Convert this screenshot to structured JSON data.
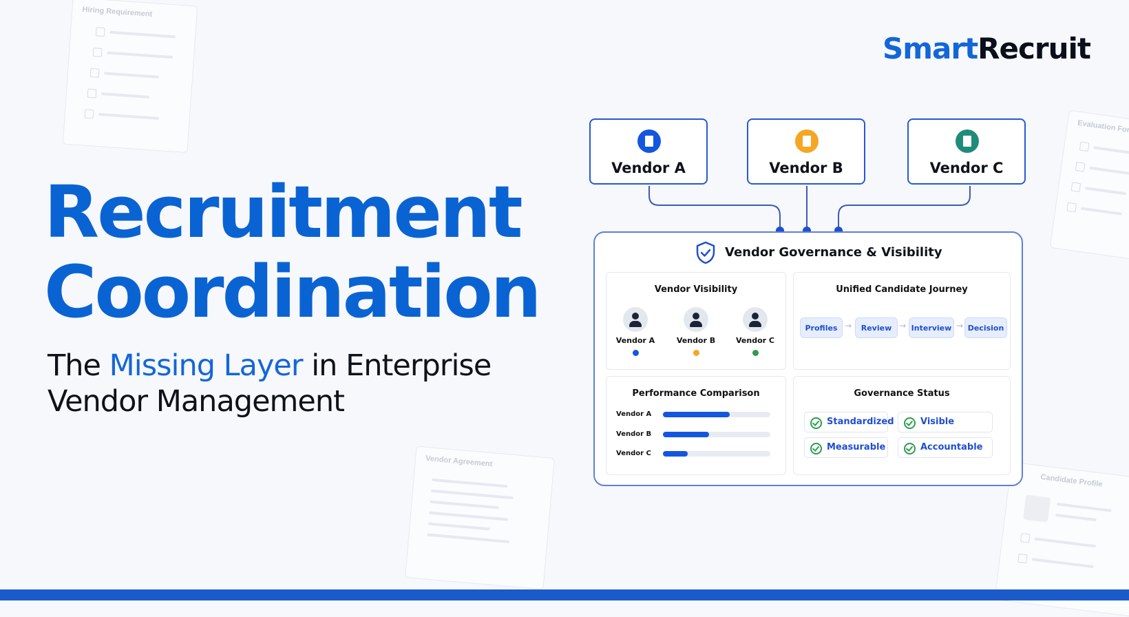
{
  "brand": {
    "logo_smart": "Smart",
    "logo_recruit": "Recruit"
  },
  "hero": {
    "title_line1": "Recruitment",
    "title_line2": "Coordination",
    "subtitle_pre": "The ",
    "subtitle_highlight": "Missing Layer",
    "subtitle_post": " in Enterprise",
    "subtitle_line2": "Vendor Management"
  },
  "background_docs": {
    "hiring": "Hiring Requirement",
    "evaluation": "Evaluation Form",
    "agreement": "Vendor Agreement",
    "profile": "Candidate Profile"
  },
  "vendors": [
    {
      "name": "Vendor A",
      "color": "#1456e0"
    },
    {
      "name": "Vendor B",
      "color": "#f5a623"
    },
    {
      "name": "Vendor C",
      "color": "#1f8c7a"
    }
  ],
  "governance": {
    "title": "Vendor Governance & Visibility",
    "visibility": {
      "title": "Vendor Visibility",
      "vendors": [
        {
          "name": "Vendor A",
          "dot_color": "#1456e0"
        },
        {
          "name": "Vendor B",
          "dot_color": "#f5a623"
        },
        {
          "name": "Vendor C",
          "dot_color": "#2e9c4e"
        }
      ]
    },
    "journey": {
      "title": "Unified Candidate Journey",
      "steps": [
        "Profiles",
        "Review",
        "Interview",
        "Decision"
      ]
    },
    "performance": {
      "title": "Performance Comparison",
      "rows": [
        {
          "label": "Vendor A",
          "value": 0.62
        },
        {
          "label": "Vendor B",
          "value": 0.43
        },
        {
          "label": "Vendor C",
          "value": 0.23
        }
      ]
    },
    "status": {
      "title": "Governance Status",
      "items": [
        "Standardized",
        "Visible",
        "Measurable",
        "Accountable"
      ]
    }
  }
}
